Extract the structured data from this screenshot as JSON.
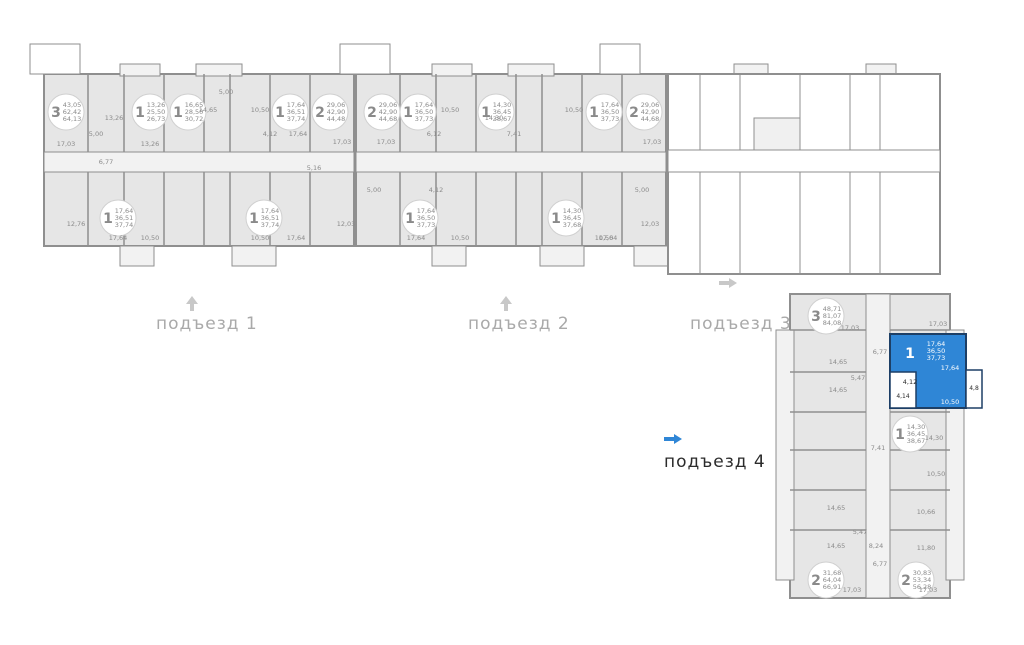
{
  "colors": {
    "wall": "#8f8f8f",
    "floor_dim": "#e6e6e6",
    "floor_light": "#f2f2f2",
    "badge": "#ffffff",
    "selected": "#2f86d6",
    "selected_text": "#ffffff",
    "text_dim": "#8a8a8a",
    "text_active": "#2b2b2b"
  },
  "entrances": [
    {
      "label": "подъезд 1"
    },
    {
      "label": "подъезд 2"
    },
    {
      "label": "подъезд 3"
    },
    {
      "label": "подъезд 4"
    }
  ],
  "apartments": [
    {
      "rooms": "3",
      "a": "43,05",
      "b": "62,42",
      "c": "64,13"
    },
    {
      "rooms": "1",
      "a": "13,26",
      "b": "25,50",
      "c": "26,73"
    },
    {
      "rooms": "1",
      "a": "16,65",
      "b": "28,50",
      "c": "30,72"
    },
    {
      "rooms": "1",
      "a": "17,64",
      "b": "36,51",
      "c": "37,74"
    },
    {
      "rooms": "2",
      "a": "29,06",
      "b": "42,90",
      "c": "44,48"
    },
    {
      "rooms": "2",
      "a": "29,06",
      "b": "42,90",
      "c": "44,68"
    },
    {
      "rooms": "1",
      "a": "17,64",
      "b": "36,50",
      "c": "37,73"
    },
    {
      "rooms": "1",
      "a": "14,30",
      "b": "36,45",
      "c": "38,67"
    },
    {
      "rooms": "1",
      "a": "17,64",
      "b": "36,50",
      "c": "37,73"
    },
    {
      "rooms": "2",
      "a": "29,06",
      "b": "42,90",
      "c": "44,68"
    },
    {
      "rooms": "1",
      "a": "17,64",
      "b": "36,51",
      "c": "37,74"
    },
    {
      "rooms": "1",
      "a": "17,64",
      "b": "36,51",
      "c": "37,74"
    },
    {
      "rooms": "1",
      "a": "17,64",
      "b": "36,50",
      "c": "37,73"
    },
    {
      "rooms": "1",
      "a": "14,30",
      "b": "36,45",
      "c": "37,68"
    },
    {
      "rooms": "3",
      "a": "48,71",
      "b": "81,07",
      "c": "84,08"
    },
    {
      "rooms": "1",
      "a": "14,30",
      "b": "36,45",
      "c": "38,67"
    },
    {
      "rooms": "2",
      "a": "31,68",
      "b": "64,04",
      "c": "66,91"
    },
    {
      "rooms": "2",
      "a": "30,83",
      "b": "53,34",
      "c": "56,28"
    }
  ],
  "selected_apartment": {
    "rooms": "1",
    "a": "17,64",
    "b": "36,50",
    "c": "37,73",
    "room": "17,64",
    "kitchen": "10,50",
    "hall": "4,12",
    "bath": "4,14",
    "loggia": "4,8"
  },
  "room_labels": [
    "17,03",
    "13,26",
    "5,00",
    "13,26",
    "14,65",
    "5,00",
    "10,50",
    "17,64",
    "4,12",
    "5,16",
    "17,03",
    "12,76",
    "6,77",
    "17,64",
    "10,50",
    "10,50",
    "17,64",
    "12,03",
    "5,00",
    "17,03",
    "6,12",
    "10,50",
    "17,64",
    "10,50",
    "4,12",
    "12,03",
    "5,00",
    "17,03",
    "10,50",
    "14,30",
    "7,41",
    "17,64",
    "10,50",
    "17,03",
    "14,65",
    "5,47",
    "14,65",
    "6,77",
    "17,03",
    "14,30",
    "7,41",
    "10,50",
    "10,66",
    "8,24",
    "11,80",
    "14,65",
    "5,47",
    "14,65",
    "6,77",
    "17,03",
    "17,03"
  ]
}
